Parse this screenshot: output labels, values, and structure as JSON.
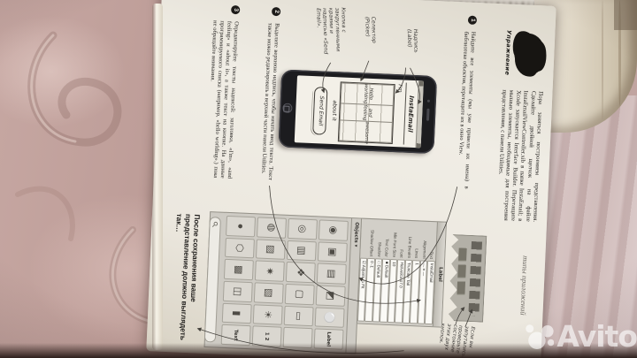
{
  "watermark": {
    "brand": "Avito"
  },
  "page": {
    "header": "типы приложений",
    "exercise_label": "Упражнение",
    "intro": "Пора заняться построением представления. Сделайте двойной щелчок на файле InstaEmailViewController.xib в папке InstaEmail; в Xcode запускается Interface Builder. Перетащите мышью элементы, необходимые для построения представления, с панели Utilities.",
    "steps": [
      {
        "num": "1",
        "text": "Найдите все элементы (мы уже привели их имена) в библиотеке объектов, перетащите их в окно View."
      },
      {
        "num": "2",
        "text": "Выделите верхнюю надпись, чтобы начать ввод текста. Текст также можно редактировать в верхней части панели Utilities."
      },
      {
        "num": "3",
        "text": "Отредактируйте тексты надписей: заголовка, «I'm», «and feeling» и «about it», а также текст на кнопке. На данные программируемого списка (например, «hello worlding».) пока не обращайте внимания."
      }
    ],
    "annotations": {
      "label": "Надпись (Label)",
      "picker": "Селектор (Picker)",
      "button": "Кнопка с закругленными краями и надписью «Send Email».",
      "note": "Если вы запутались, проверьте состояние этих двух кнопок."
    },
    "caption": "После сохранения ваше представление должно выглядеть так…"
  },
  "phone": {
    "title": "InstaEmail",
    "im": "I'm",
    "picker_col1": "Hello worlding",
    "picker_col2": "and feeling",
    "picker_col3": "awesome",
    "about": "about it",
    "send": "Send Email"
  },
  "inspector": {
    "title": "Label",
    "fields": [
      {
        "label": "Text",
        "value": "InstaEmail"
      },
      {
        "label": "Alignment",
        "value": "—  ≡  —"
      },
      {
        "label": "Lines",
        "value": "1"
      },
      {
        "label": "Line Breaks",
        "value": "Truncate Tail"
      },
      {
        "label": "Font",
        "value": "Helvetica 17.0"
      },
      {
        "label": "Min Font Size",
        "value": "10"
      },
      {
        "label": "Text Color",
        "value": "■ Default"
      },
      {
        "label": "Shadow",
        "value": "□ Default"
      },
      {
        "label": "Shadow Offset",
        "value": "0   -1"
      },
      {
        "label": "",
        "value": "☑ Adjusts to Fit"
      }
    ]
  },
  "library": {
    "header": "Objects ▾",
    "tiles": [
      {
        "g": "◉",
        "t": ""
      },
      {
        "g": "▣",
        "t": ""
      },
      {
        "g": "▤",
        "t": ""
      },
      {
        "g": "◩",
        "t": ""
      },
      {
        "g": "⚪",
        "t": ""
      },
      {
        "g": "",
        "t": "Label"
      },
      {
        "g": "◎",
        "t": ""
      },
      {
        "g": "▥",
        "t": ""
      },
      {
        "g": "❖",
        "t": ""
      },
      {
        "g": "▢",
        "t": ""
      },
      {
        "g": "▭",
        "t": ""
      },
      {
        "g": "",
        "t": ""
      },
      {
        "g": "◍",
        "t": ""
      },
      {
        "g": "▨",
        "t": ""
      },
      {
        "g": "✷",
        "t": ""
      },
      {
        "g": "▧",
        "t": ""
      },
      {
        "g": "☀",
        "t": ""
      },
      {
        "g": "",
        "t": "1 2"
      },
      {
        "g": "●",
        "t": ""
      },
      {
        "g": "⬡",
        "t": ""
      },
      {
        "g": "▩",
        "t": ""
      },
      {
        "g": "◫",
        "t": ""
      },
      {
        "g": "▮",
        "t": ""
      },
      {
        "g": "",
        "t": "Text"
      }
    ]
  }
}
